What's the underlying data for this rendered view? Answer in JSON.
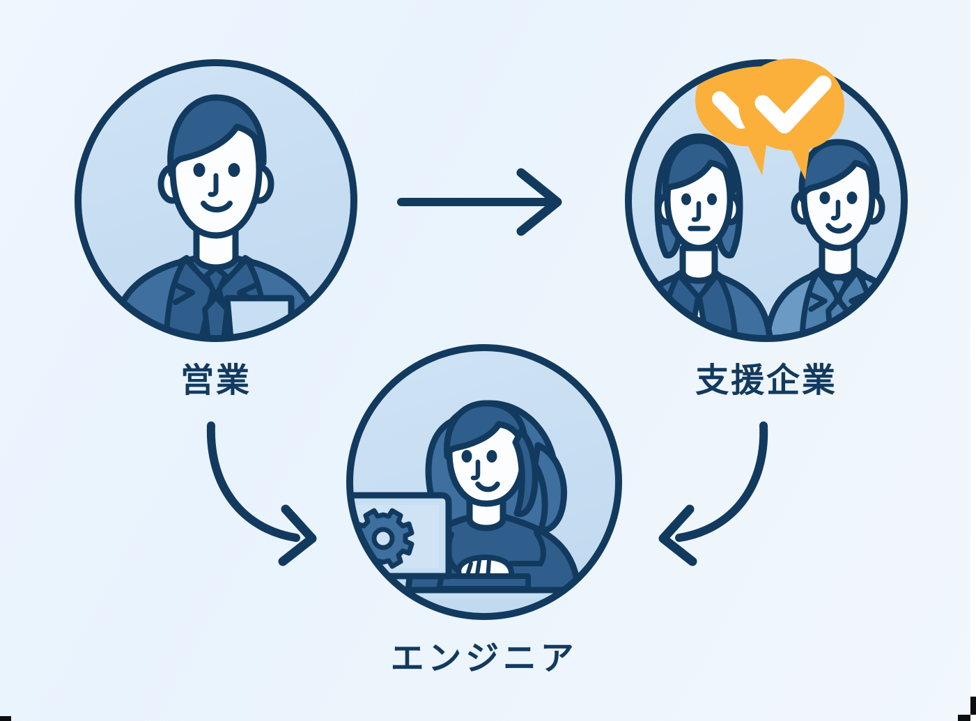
{
  "diagram": {
    "title_visible": false,
    "background_color": "#eaf4fd",
    "accent_dark": "#123a5e",
    "accent_mid": "#3f6f9e",
    "accent_light": "#c6dff2",
    "accent_yellow": "#fbb03b",
    "nodes": [
      {
        "id": "sales",
        "label": "営業",
        "icon": "businessman-avatar-icon",
        "position": "top-left"
      },
      {
        "id": "support-company",
        "label": "支援企業",
        "icon": "two-businesspeople-with-check-speech-bubble-icon",
        "position": "top-right"
      },
      {
        "id": "engineer",
        "label": "エンジニア",
        "icon": "woman-at-laptop-with-gear-icon",
        "position": "bottom-center"
      }
    ],
    "arrows": [
      {
        "id": "sales-to-company",
        "shape": "straight-right-arrow",
        "from": "sales",
        "to": "support-company"
      },
      {
        "id": "sales-to-engineer",
        "shape": "curved-down-right-arrow",
        "from": "sales",
        "to": "engineer"
      },
      {
        "id": "company-to-engineer",
        "shape": "curved-down-left-arrow",
        "from": "support-company",
        "to": "engineer"
      }
    ]
  }
}
